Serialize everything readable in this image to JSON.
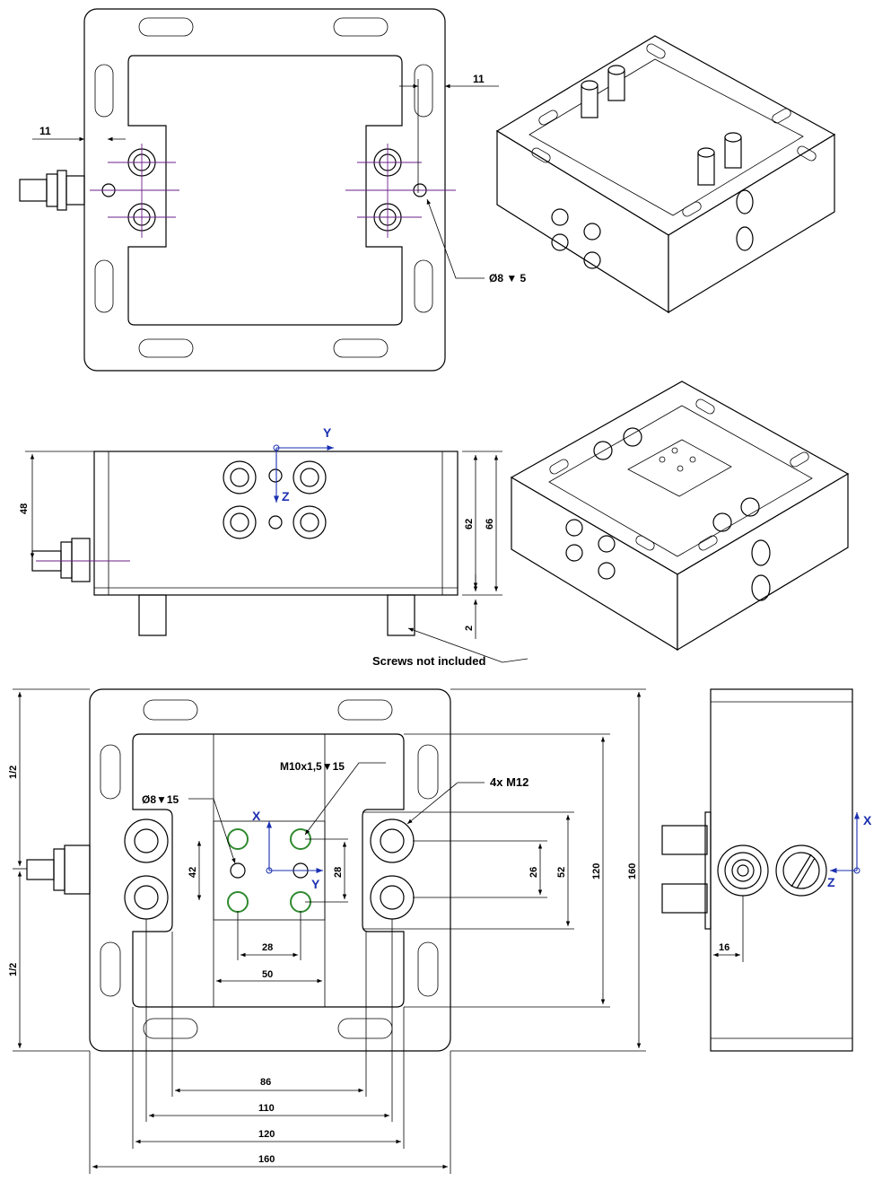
{
  "views": {
    "top": {
      "dim_left": "11",
      "dim_right": "11",
      "hole_callout": "Ø8 ▼ 5"
    },
    "front": {
      "axis_y": "Y",
      "axis_z": "Z",
      "dim_height_48": "48",
      "dim_62": "62",
      "dim_66": "66",
      "dim_2": "2",
      "note": "Screws not included"
    },
    "plan": {
      "axis_x": "X",
      "axis_y": "Y",
      "callout_thread": "M10x1,5▼15",
      "callout_pin": "Ø8▼15",
      "callout_m12": "4x M12",
      "dim_42": "42",
      "dim_28_v": "28",
      "dim_28_h": "28",
      "dim_50": "50",
      "dim_26": "26",
      "dim_52": "52",
      "dim_120_v": "120",
      "dim_160_v": "160",
      "dim_half_top": "1/2",
      "dim_half_bottom": "1/2",
      "dim_86": "86",
      "dim_110": "110",
      "dim_120_h": "120",
      "dim_160_h": "160"
    },
    "side": {
      "axis_x": "X",
      "axis_z": "Z",
      "dim_16": "16"
    }
  }
}
